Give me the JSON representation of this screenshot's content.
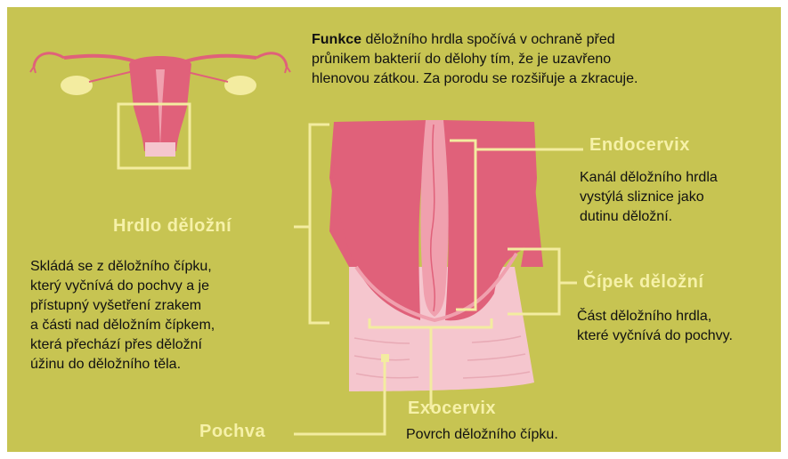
{
  "intro": {
    "bold": "Funkce",
    "lines": [
      " děložního hrdla spočívá v ochraně před",
      "průnikem bakterií do dělohy tím, že je uzavřeno",
      "hlenovou zátkou. Za porodu se rozšiřuje a zkracuje."
    ]
  },
  "labels": {
    "endocervix": {
      "title": "Endocervix",
      "lines": [
        "Kanál děložního hrdla",
        "vystýlá sliznice jako",
        "dutinu děložní."
      ]
    },
    "hrdlo": {
      "title": "Hrdlo děložní",
      "lines": [
        "Skládá se z děložního čípku,",
        "který vyčnívá do pochvy a je",
        "přístupný vyšetření zrakem",
        "a části nad děložním čípkem,",
        "která přechází přes děložní",
        "úžinu do děložního těla."
      ]
    },
    "cipek": {
      "title": "Čípek děložní",
      "lines": [
        "Část děložního hrdla,",
        "které vyčnívá do pochvy."
      ]
    },
    "exocervix": {
      "title": "Exocervix",
      "lines": [
        "Povrch děložního čípku."
      ]
    },
    "pochva": {
      "title": "Pochva"
    }
  },
  "colors": {
    "panel": "#c7c452",
    "uterus": "#e0617a",
    "canal": "#f0a0ae",
    "vagina": "#f5c6ce",
    "ovary": "#f3eca0",
    "label": "#f6f1a8",
    "text": "#111111"
  }
}
